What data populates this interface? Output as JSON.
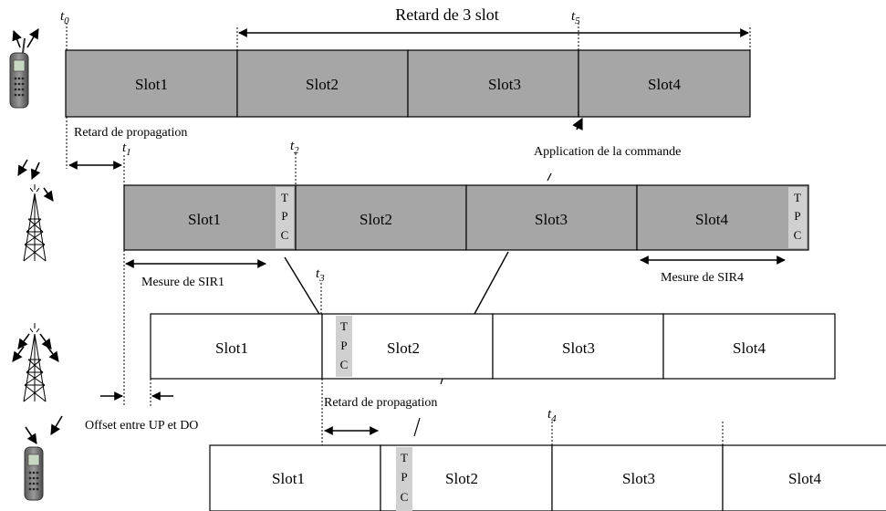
{
  "title": "Retard de 3 slot",
  "time_markers": {
    "t0": {
      "letter": "t",
      "sub": "0"
    },
    "t1": {
      "letter": "t",
      "sub": "1"
    },
    "t2": {
      "letter": "t",
      "sub": "2"
    },
    "t3": {
      "letter": "t",
      "sub": "3"
    },
    "t4": {
      "letter": "t",
      "sub": "4"
    },
    "t5": {
      "letter": "t",
      "sub": "5"
    }
  },
  "rows": {
    "row1": {
      "slots": [
        "Slot1",
        "Slot2",
        "Slot3",
        "Slot4"
      ]
    },
    "row2": {
      "slots": [
        "Slot1",
        "Slot2",
        "Slot3",
        "Slot4"
      ]
    },
    "row3": {
      "slots": [
        "Slot1",
        "Slot2",
        "Slot3",
        "Slot4"
      ]
    },
    "row4": {
      "slots": [
        "Slot1",
        "Slot2",
        "Slot3",
        "Slot4"
      ]
    }
  },
  "tpc": [
    "T",
    "P",
    "C"
  ],
  "annotations": {
    "retard_propagation_1": "Retard de propagation",
    "application_commande": "Application de la commande",
    "mesure_sir1": "Mesure de SIR1",
    "mesure_sir4": "Mesure de SIR4",
    "retard_propagation_2": "Retard de propagation",
    "offset": "Offset entre UP et DO"
  },
  "colors": {
    "gray_slot": "#a6a6a6",
    "white_slot": "#ffffff",
    "tpc_box": "#d0d0d0",
    "line": "#000000"
  }
}
